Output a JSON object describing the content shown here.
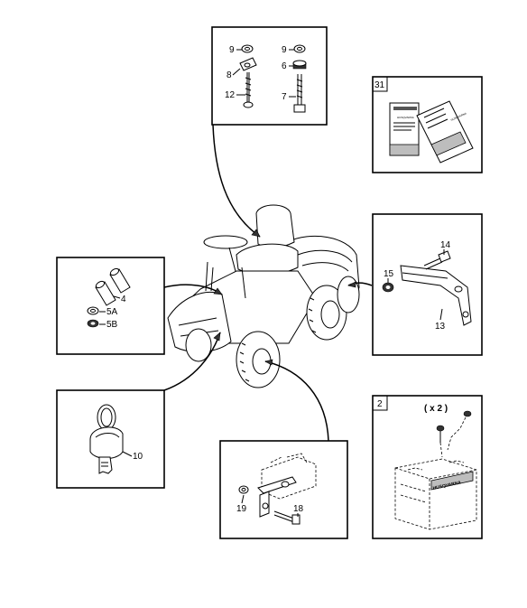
{
  "parts": {
    "p9a": "9",
    "p8": "8",
    "p12": "12",
    "p9b": "9",
    "p6": "6",
    "p7": "7",
    "p31": "31",
    "p14": "14",
    "p15": "15",
    "p13": "13",
    "p4": "4",
    "p5a": "5A",
    "p5b": "5B",
    "p10": "10",
    "p19": "19",
    "p18": "18",
    "p2": "2",
    "qty": "( x 2 )"
  },
  "decals": {
    "manual_logo_1": "HUSQVARNA",
    "manual_logo_2": "HUSQVARNA",
    "battery_brand": "HUSQVARNA"
  }
}
